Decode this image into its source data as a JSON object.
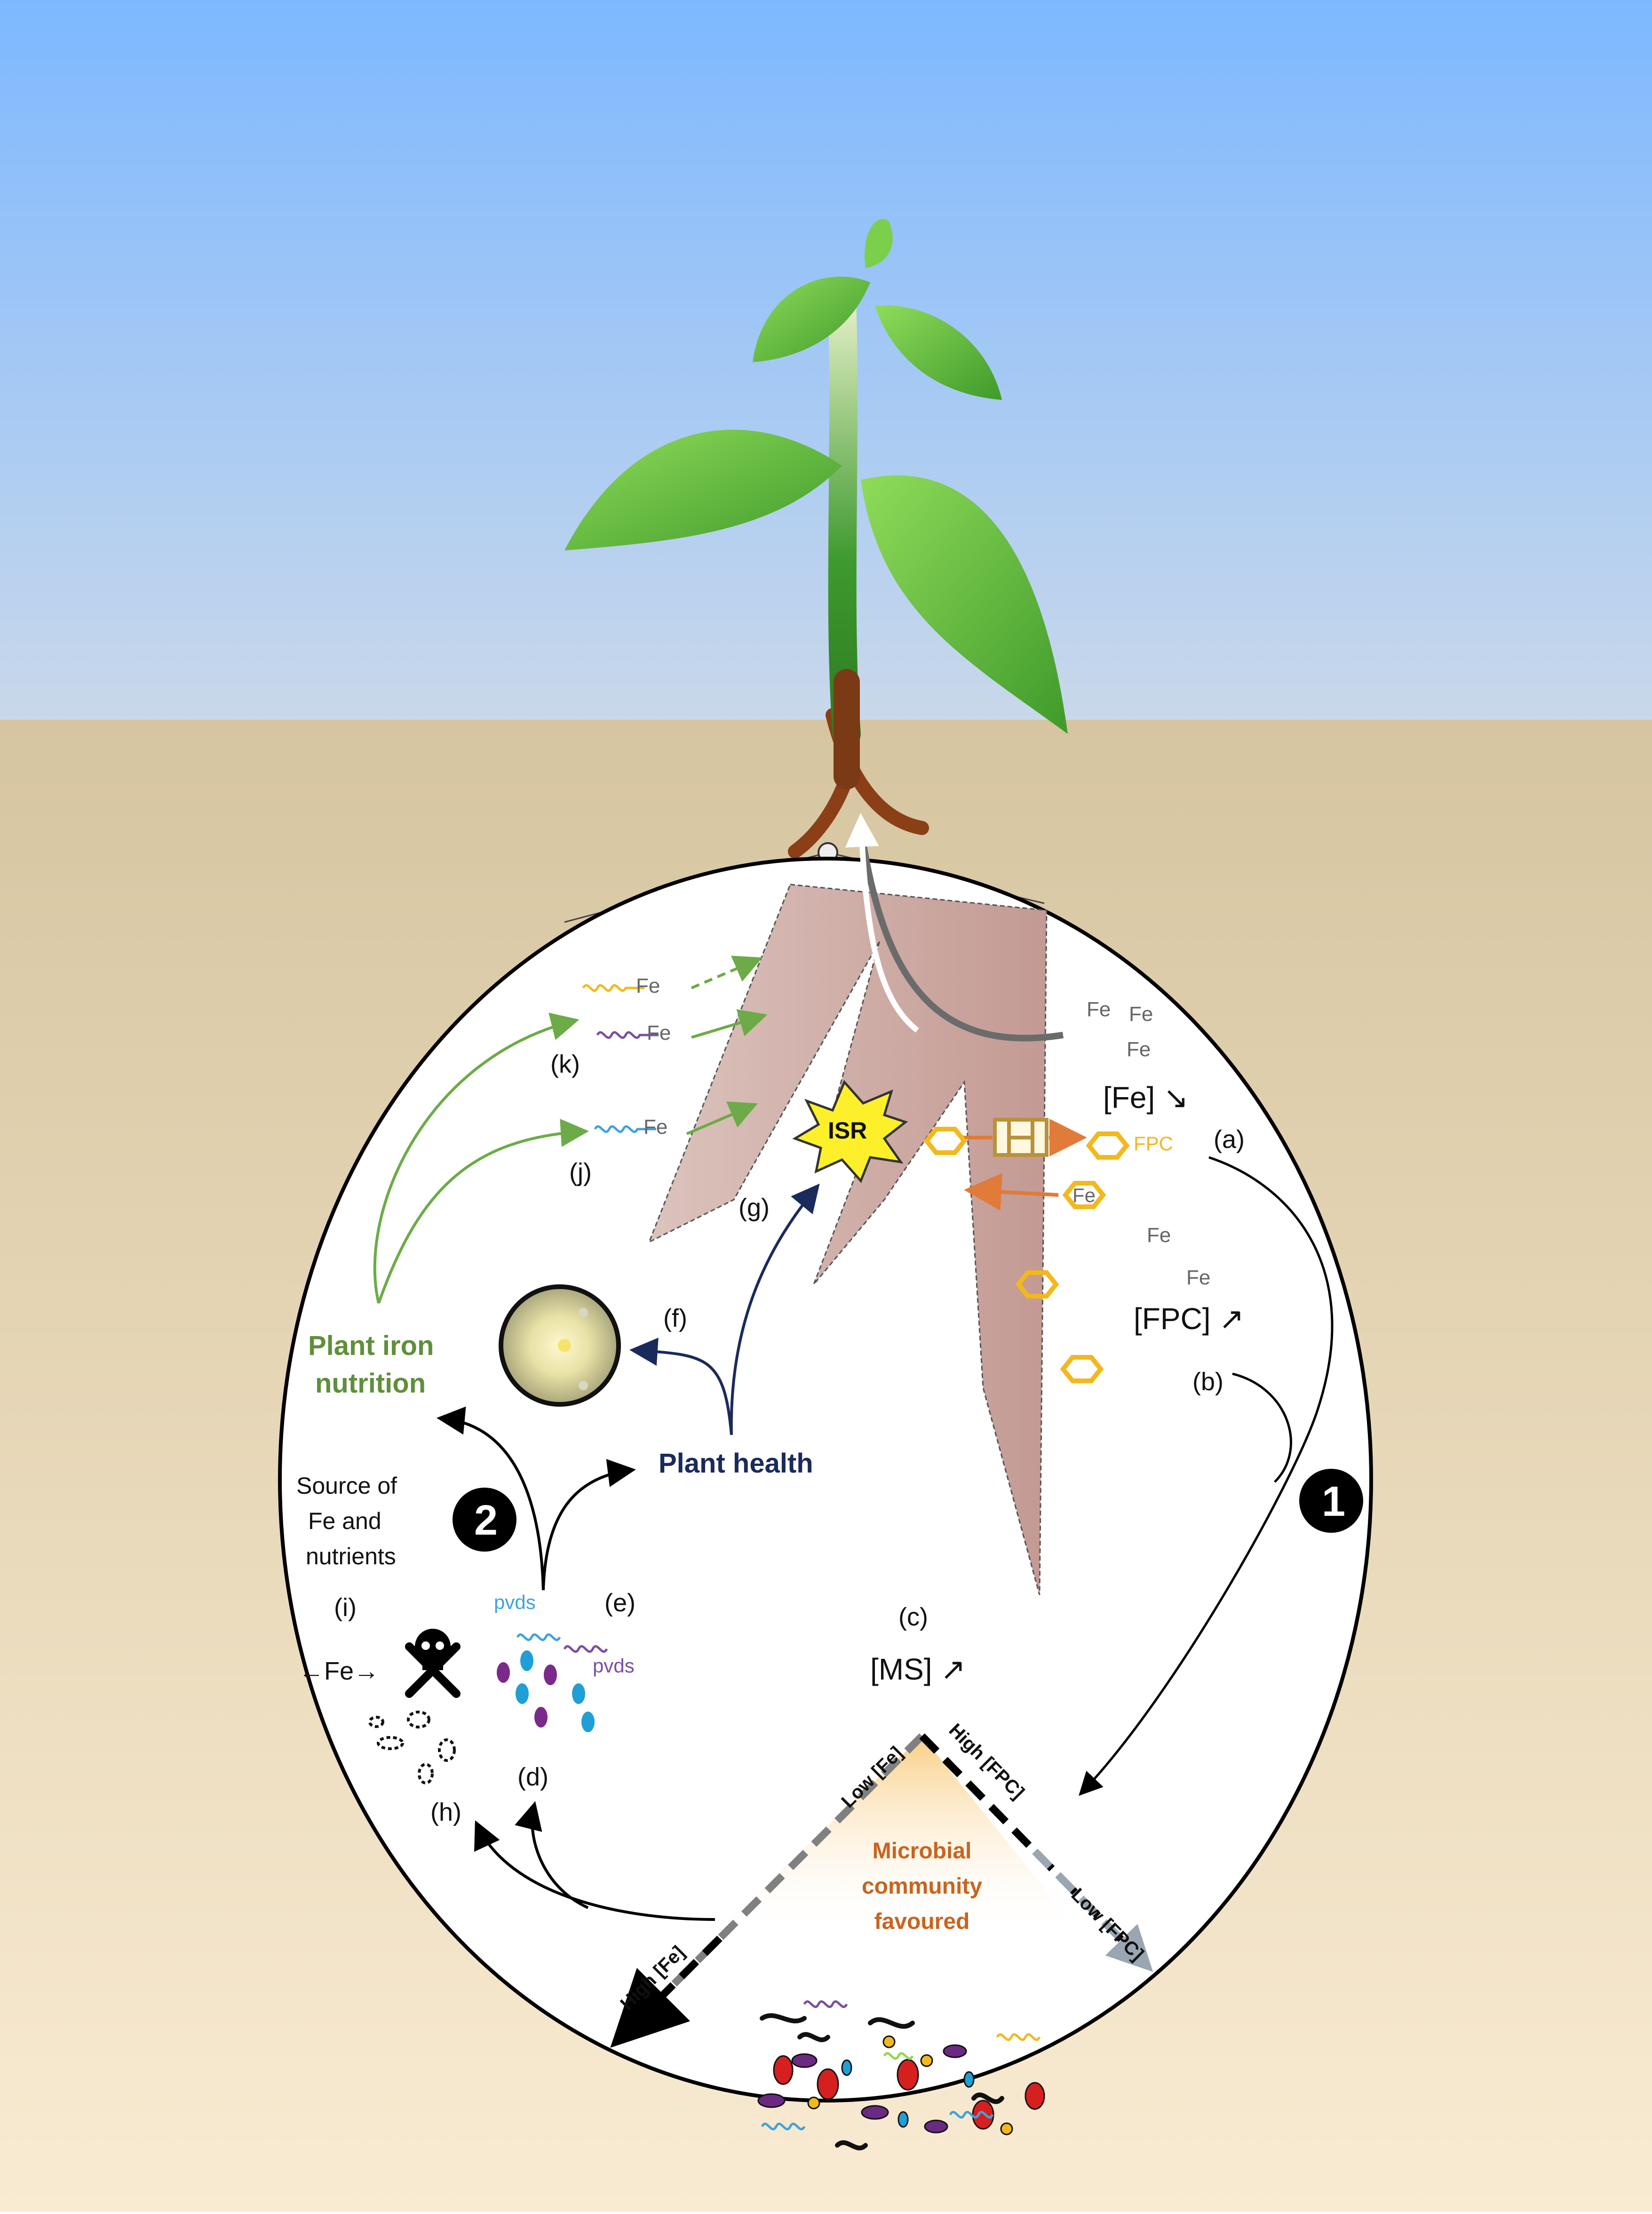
{
  "labels": {
    "a": "(a)",
    "b": "(b)",
    "c": "(c)",
    "d": "(d)",
    "e": "(e)",
    "f": "(f)",
    "g": "(g)",
    "h": "(h)",
    "i": "(i)",
    "j": "(j)",
    "k": "(k)"
  },
  "fe": "Fe",
  "fe_arrows": "←Fe→",
  "fe_decrease": "[Fe] ↘",
  "fpc_increase": "[FPC] ↗",
  "ms_increase": "[MS] ↗",
  "fpc": "FPC",
  "isr": "ISR",
  "pvds": "pvds",
  "plant_iron_line1": "Plant iron",
  "plant_iron_line2": "nutrition",
  "plant_health": "Plant health",
  "source_line1": "Source of",
  "source_line2": "Fe and",
  "source_line3": "nutrients",
  "step1": "1",
  "step2": "2",
  "axis_low_fe": "Low [Fe]",
  "axis_high_fpc": "High [FPC]",
  "axis_high_fe": "High [Fe]",
  "axis_low_fpc": "Low [FPC]",
  "microbial_line1": "Microbial",
  "microbial_line2": "community",
  "microbial_line3": "favoured",
  "colors": {
    "sky_top": "#7fb8ff",
    "soil": "#d8c7a2",
    "leaf": "#5cb638",
    "root": "#c9a49e",
    "iron_green": "#5f8f3a",
    "health_blue": "#1b2a5c",
    "hexagon": "#f2b81d",
    "orange_arrow": "#e07b3a"
  }
}
